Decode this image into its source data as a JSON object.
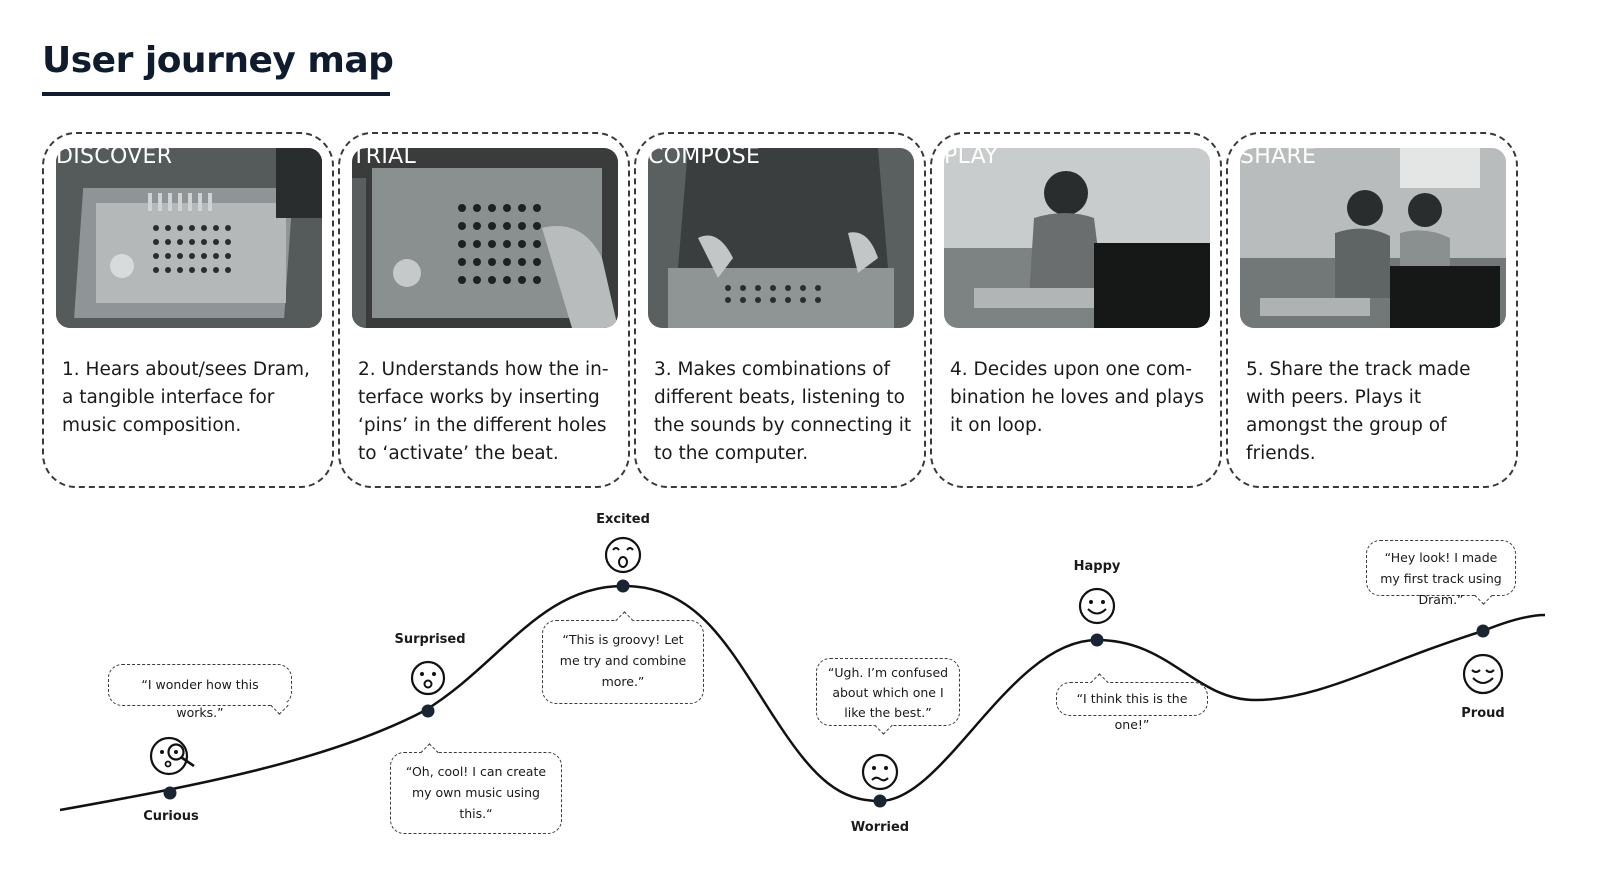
{
  "title": "User journey map",
  "stages": [
    {
      "name": "DISCOVER",
      "description": "1. Hears about/sees Dram, a tangible interface for music composition."
    },
    {
      "name": "TRIAL",
      "description": "2. Understands how the in-terface works by inserting ‘pins’ in the different holes to ‘activate’ the beat."
    },
    {
      "name": "COMPOSE",
      "description": "3. Makes combinations of different beats, listening to the sounds by connecting it to the computer."
    },
    {
      "name": "PLAY",
      "description": "4. Decides upon one com-bination he loves and plays it on loop."
    },
    {
      "name": "SHARE",
      "description": "5. Share the track made with peers. Plays it amongst the group of friends."
    }
  ],
  "emotions": [
    {
      "label": "Curious",
      "quote": "“I wonder how this works.”",
      "icon": "curious-magnifier-face-icon"
    },
    {
      "label": "Surprised",
      "quote": "“Oh, cool! I can create my own music using this.“",
      "icon": "surprised-face-icon"
    },
    {
      "label": "Excited",
      "quote": "“This is groovy! Let me try and combine more.”",
      "icon": "excited-face-icon"
    },
    {
      "label": "Worried",
      "quote": "“Ugh. I’m confused about which one I like the best.”",
      "icon": "worried-face-icon"
    },
    {
      "label": "Happy",
      "quote": "“I think this is the one!”",
      "icon": "happy-face-icon"
    },
    {
      "label": "Proud",
      "quote": "“Hey look! I made my first track using Dram.”",
      "icon": "proud-face-icon"
    }
  ],
  "colors": {
    "title": "#0f1c2e",
    "line": "#111111",
    "photo_dark": "#2a2d2e",
    "photo_light": "#9ea3a4"
  }
}
